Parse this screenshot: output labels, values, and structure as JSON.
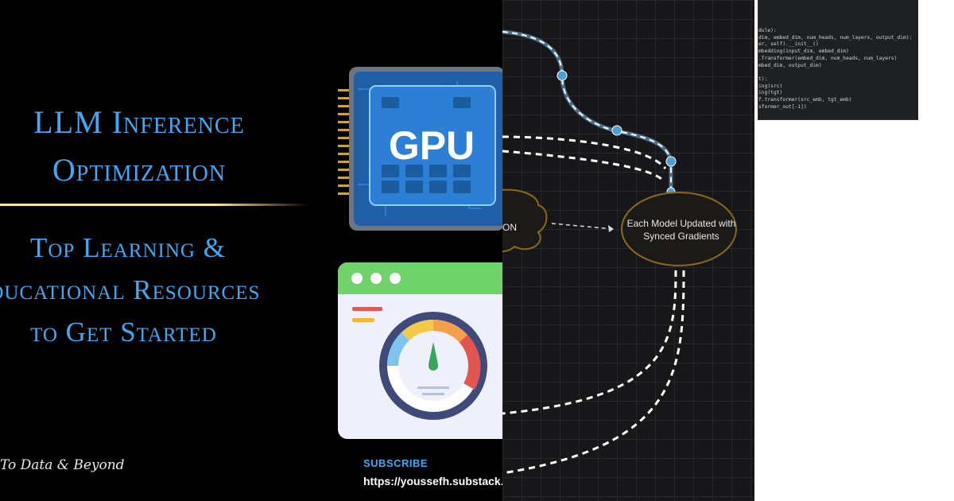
{
  "left_panel": {
    "title_lines": [
      "LLM Inference",
      "Optimization"
    ],
    "subtitle_lines": [
      "Top Learning &",
      "Educational Resources",
      "to Get Started"
    ],
    "brand": "To Data & Beyond",
    "gpu_label": "GPU",
    "subscribe_label": "SUBSCRIBE",
    "subscribe_url": "https://youssefh.substack.com",
    "colors": {
      "title": "#3fa9f5",
      "background": "#000000",
      "divider": "#ffe6a0"
    }
  },
  "diagram": {
    "node_left_label": "ON",
    "node_right_label": "Each Model Updated with Synced Gradients",
    "colors": {
      "background": "#171719",
      "node_border": "#8a6a1a",
      "connector": "#5aa7d6"
    }
  },
  "code_panel": {
    "lines": [
      "dule):",
      "dim, embed_dim, num_heads, num_layers, output_dim):",
      "er, self).__init__()",
      "mbedding(input_dim, embed_dim)",
      ".Transformer(embed_dim, num_heads, num_layers)",
      "mbed_dim, output_dim)",
      "",
      "t):",
      "ing(src)",
      "ing(tgt)",
      "f.transformer(src_emb, tgt_emb)",
      "sformer_out[-1])"
    ]
  }
}
